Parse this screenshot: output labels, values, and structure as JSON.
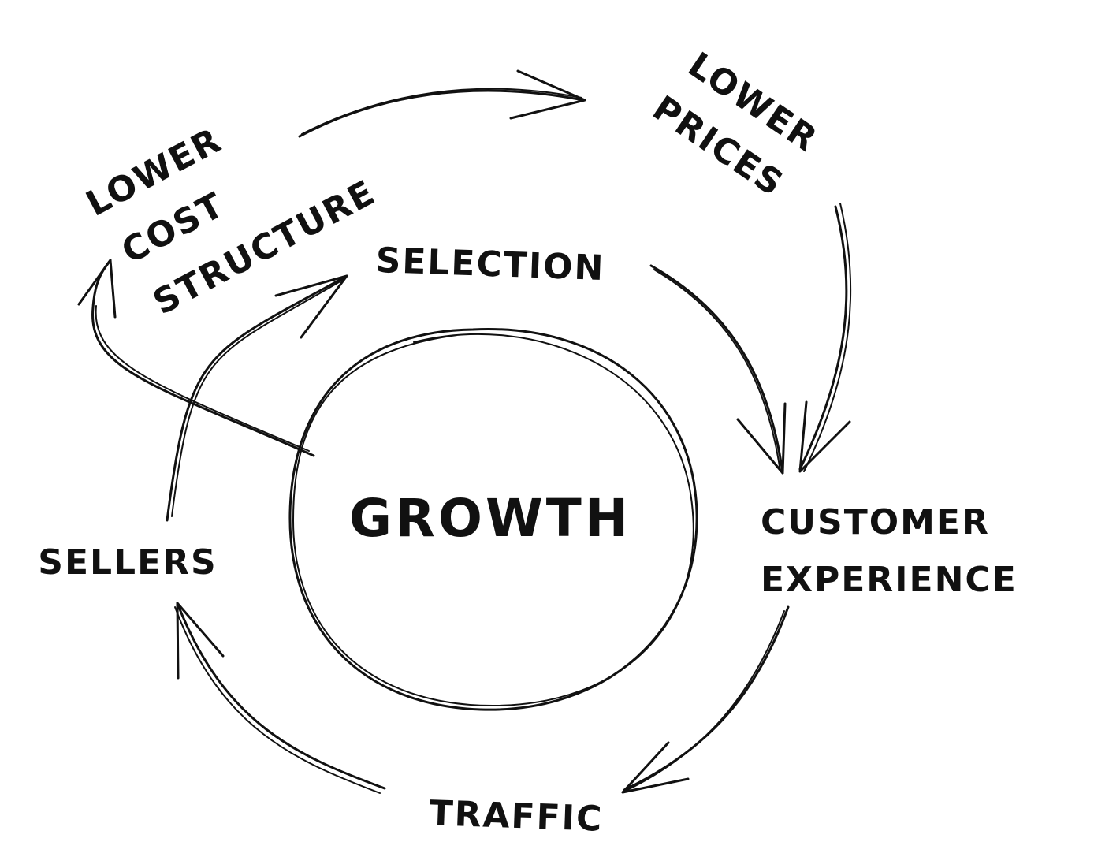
{
  "diagram": {
    "center": "GROWTH",
    "nodes": {
      "lower_cost_structure": [
        "LOWER",
        "COST",
        "STRUCTURE"
      ],
      "lower_prices": [
        "LOWER",
        "PRICES"
      ],
      "selection": "SELECTION",
      "customer_experience": [
        "CUSTOMER",
        "EXPERIENCE"
      ],
      "traffic": "TRAFFIC",
      "sellers": "SELLERS"
    }
  }
}
